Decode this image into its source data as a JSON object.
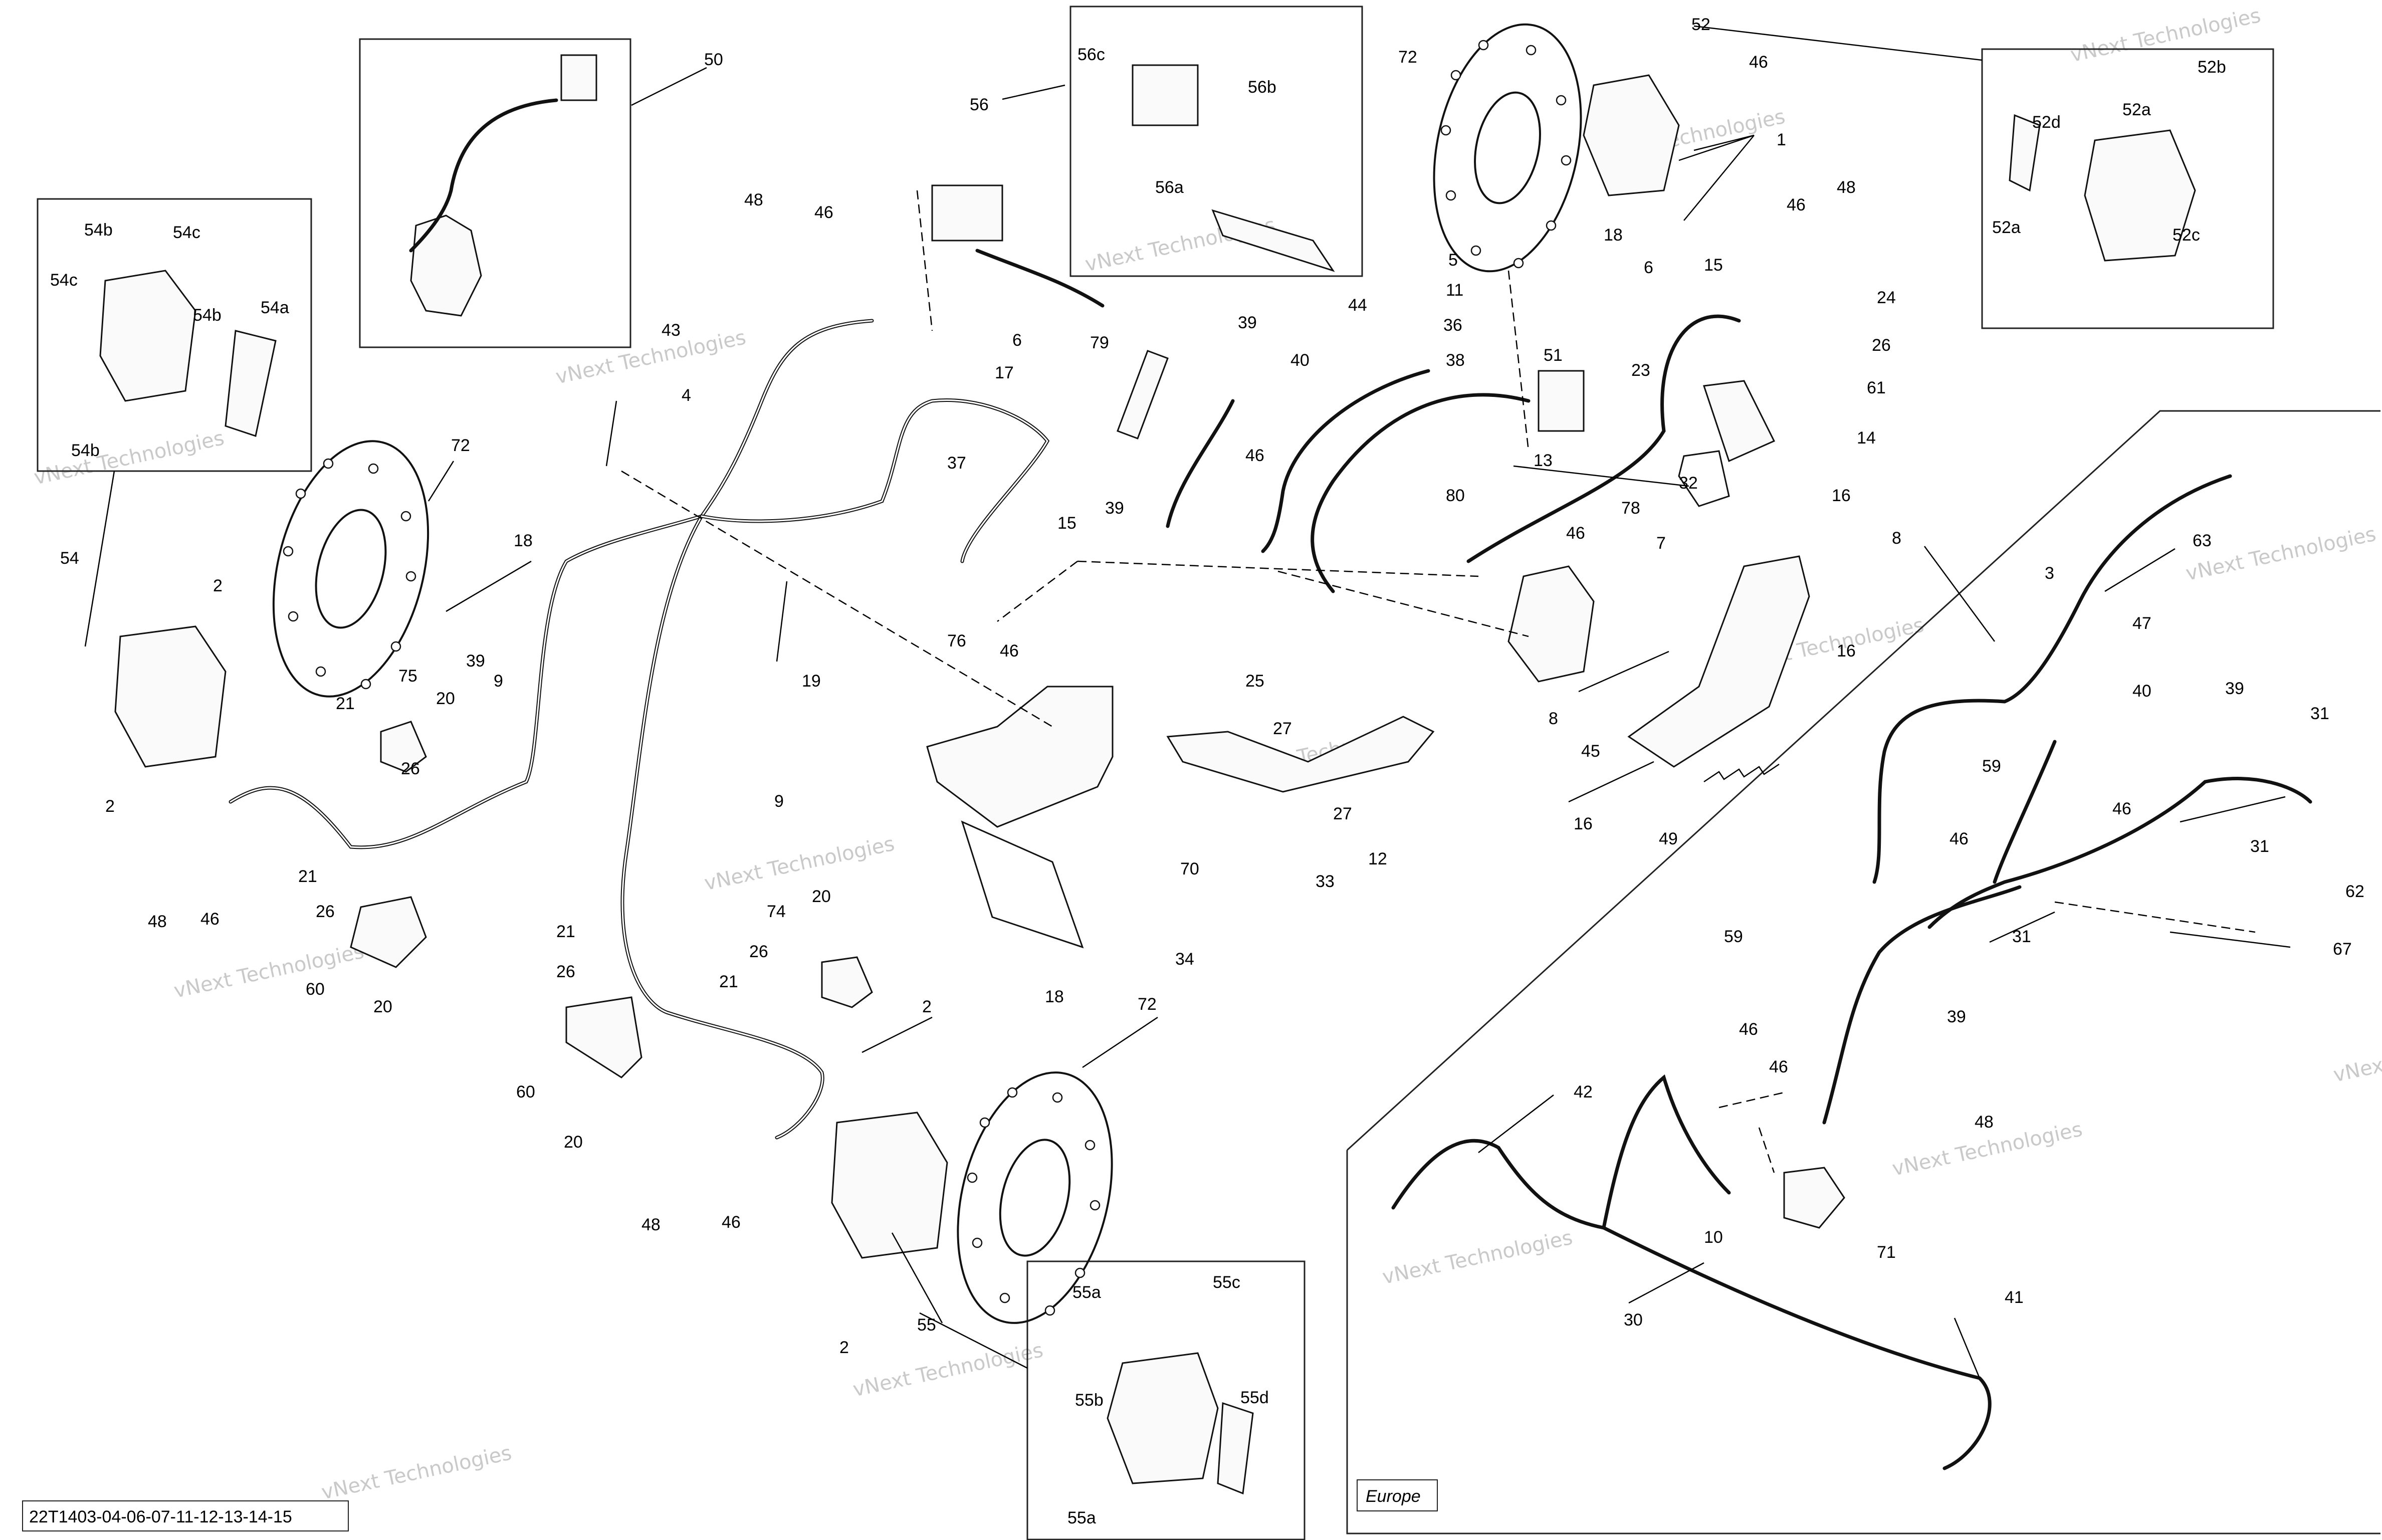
{
  "diagram_id": "22T1403-04-06-07-11-12-13-14-15",
  "region_label": "Europe",
  "watermark": "vNext Technologies",
  "callouts": {
    "c1": "1",
    "c2a": "2",
    "c2b": "2",
    "c2c": "2",
    "c2d": "2",
    "c3": "3",
    "c4": "4",
    "c5": "5",
    "c6a": "6",
    "c6b": "6",
    "c7": "7",
    "c8a": "8",
    "c8b": "8",
    "c9a": "9",
    "c9b": "9",
    "c10": "10",
    "c11": "11",
    "c12": "12",
    "c13": "13",
    "c14": "14",
    "c15a": "15",
    "c15b": "15",
    "c16a": "16",
    "c16b": "16",
    "c16c": "16",
    "c17": "17",
    "c18a": "18",
    "c18b": "18",
    "c18c": "18",
    "c19": "19",
    "c20a": "20",
    "c20b": "20",
    "c20c": "20",
    "c20d": "20",
    "c21a": "21",
    "c21b": "21",
    "c21c": "21",
    "c21d": "21",
    "c23": "23",
    "c24": "24",
    "c25": "25",
    "c26a": "26",
    "c26b": "26",
    "c26c": "26",
    "c26d": "26",
    "c26e": "26",
    "c27a": "27",
    "c27b": "27",
    "c30": "30",
    "c31a": "31",
    "c31b": "31",
    "c31c": "31",
    "c32": "32",
    "c33": "33",
    "c34": "34",
    "c36": "36",
    "c37": "37",
    "c38": "38",
    "c39a": "39",
    "c39b": "39",
    "c39c": "39",
    "c39d": "39",
    "c39e": "39",
    "c40a": "40",
    "c40b": "40",
    "c41": "41",
    "c42": "42",
    "c43": "43",
    "c44": "44",
    "c45": "45",
    "c46a": "46",
    "c46b": "46",
    "c46c": "46",
    "c46d": "46",
    "c46e": "46",
    "c46f": "46",
    "c46g": "46",
    "c46h": "46",
    "c46i": "46",
    "c46j": "46",
    "c46k": "46",
    "c46l": "46",
    "c47": "47",
    "c48a": "48",
    "c48b": "48",
    "c48c": "48",
    "c48d": "48",
    "c48e": "48",
    "c49": "49",
    "c50": "50",
    "c51": "51",
    "c52": "52",
    "c52a1": "52a",
    "c52a2": "52a",
    "c52b": "52b",
    "c52c": "52c",
    "c52d": "52d",
    "c54": "54",
    "c54a": "54a",
    "c54b1": "54b",
    "c54b2": "54b",
    "c54b3": "54b",
    "c54c1": "54c",
    "c54c2": "54c",
    "c55": "55",
    "c55a1": "55a",
    "c55a2": "55a",
    "c55b": "55b",
    "c55c": "55c",
    "c55d": "55d",
    "c56": "56",
    "c56a": "56a",
    "c56b": "56b",
    "c56c": "56c",
    "c59a": "59",
    "c59b": "59",
    "c60a": "60",
    "c60b": "60",
    "c61": "61",
    "c62": "62",
    "c63": "63",
    "c67": "67",
    "c70": "70",
    "c71": "71",
    "c72a": "72",
    "c72b": "72",
    "c72c": "72",
    "c74": "74",
    "c75": "75",
    "c76": "76",
    "c78": "78",
    "c79": "79",
    "c80": "80"
  }
}
